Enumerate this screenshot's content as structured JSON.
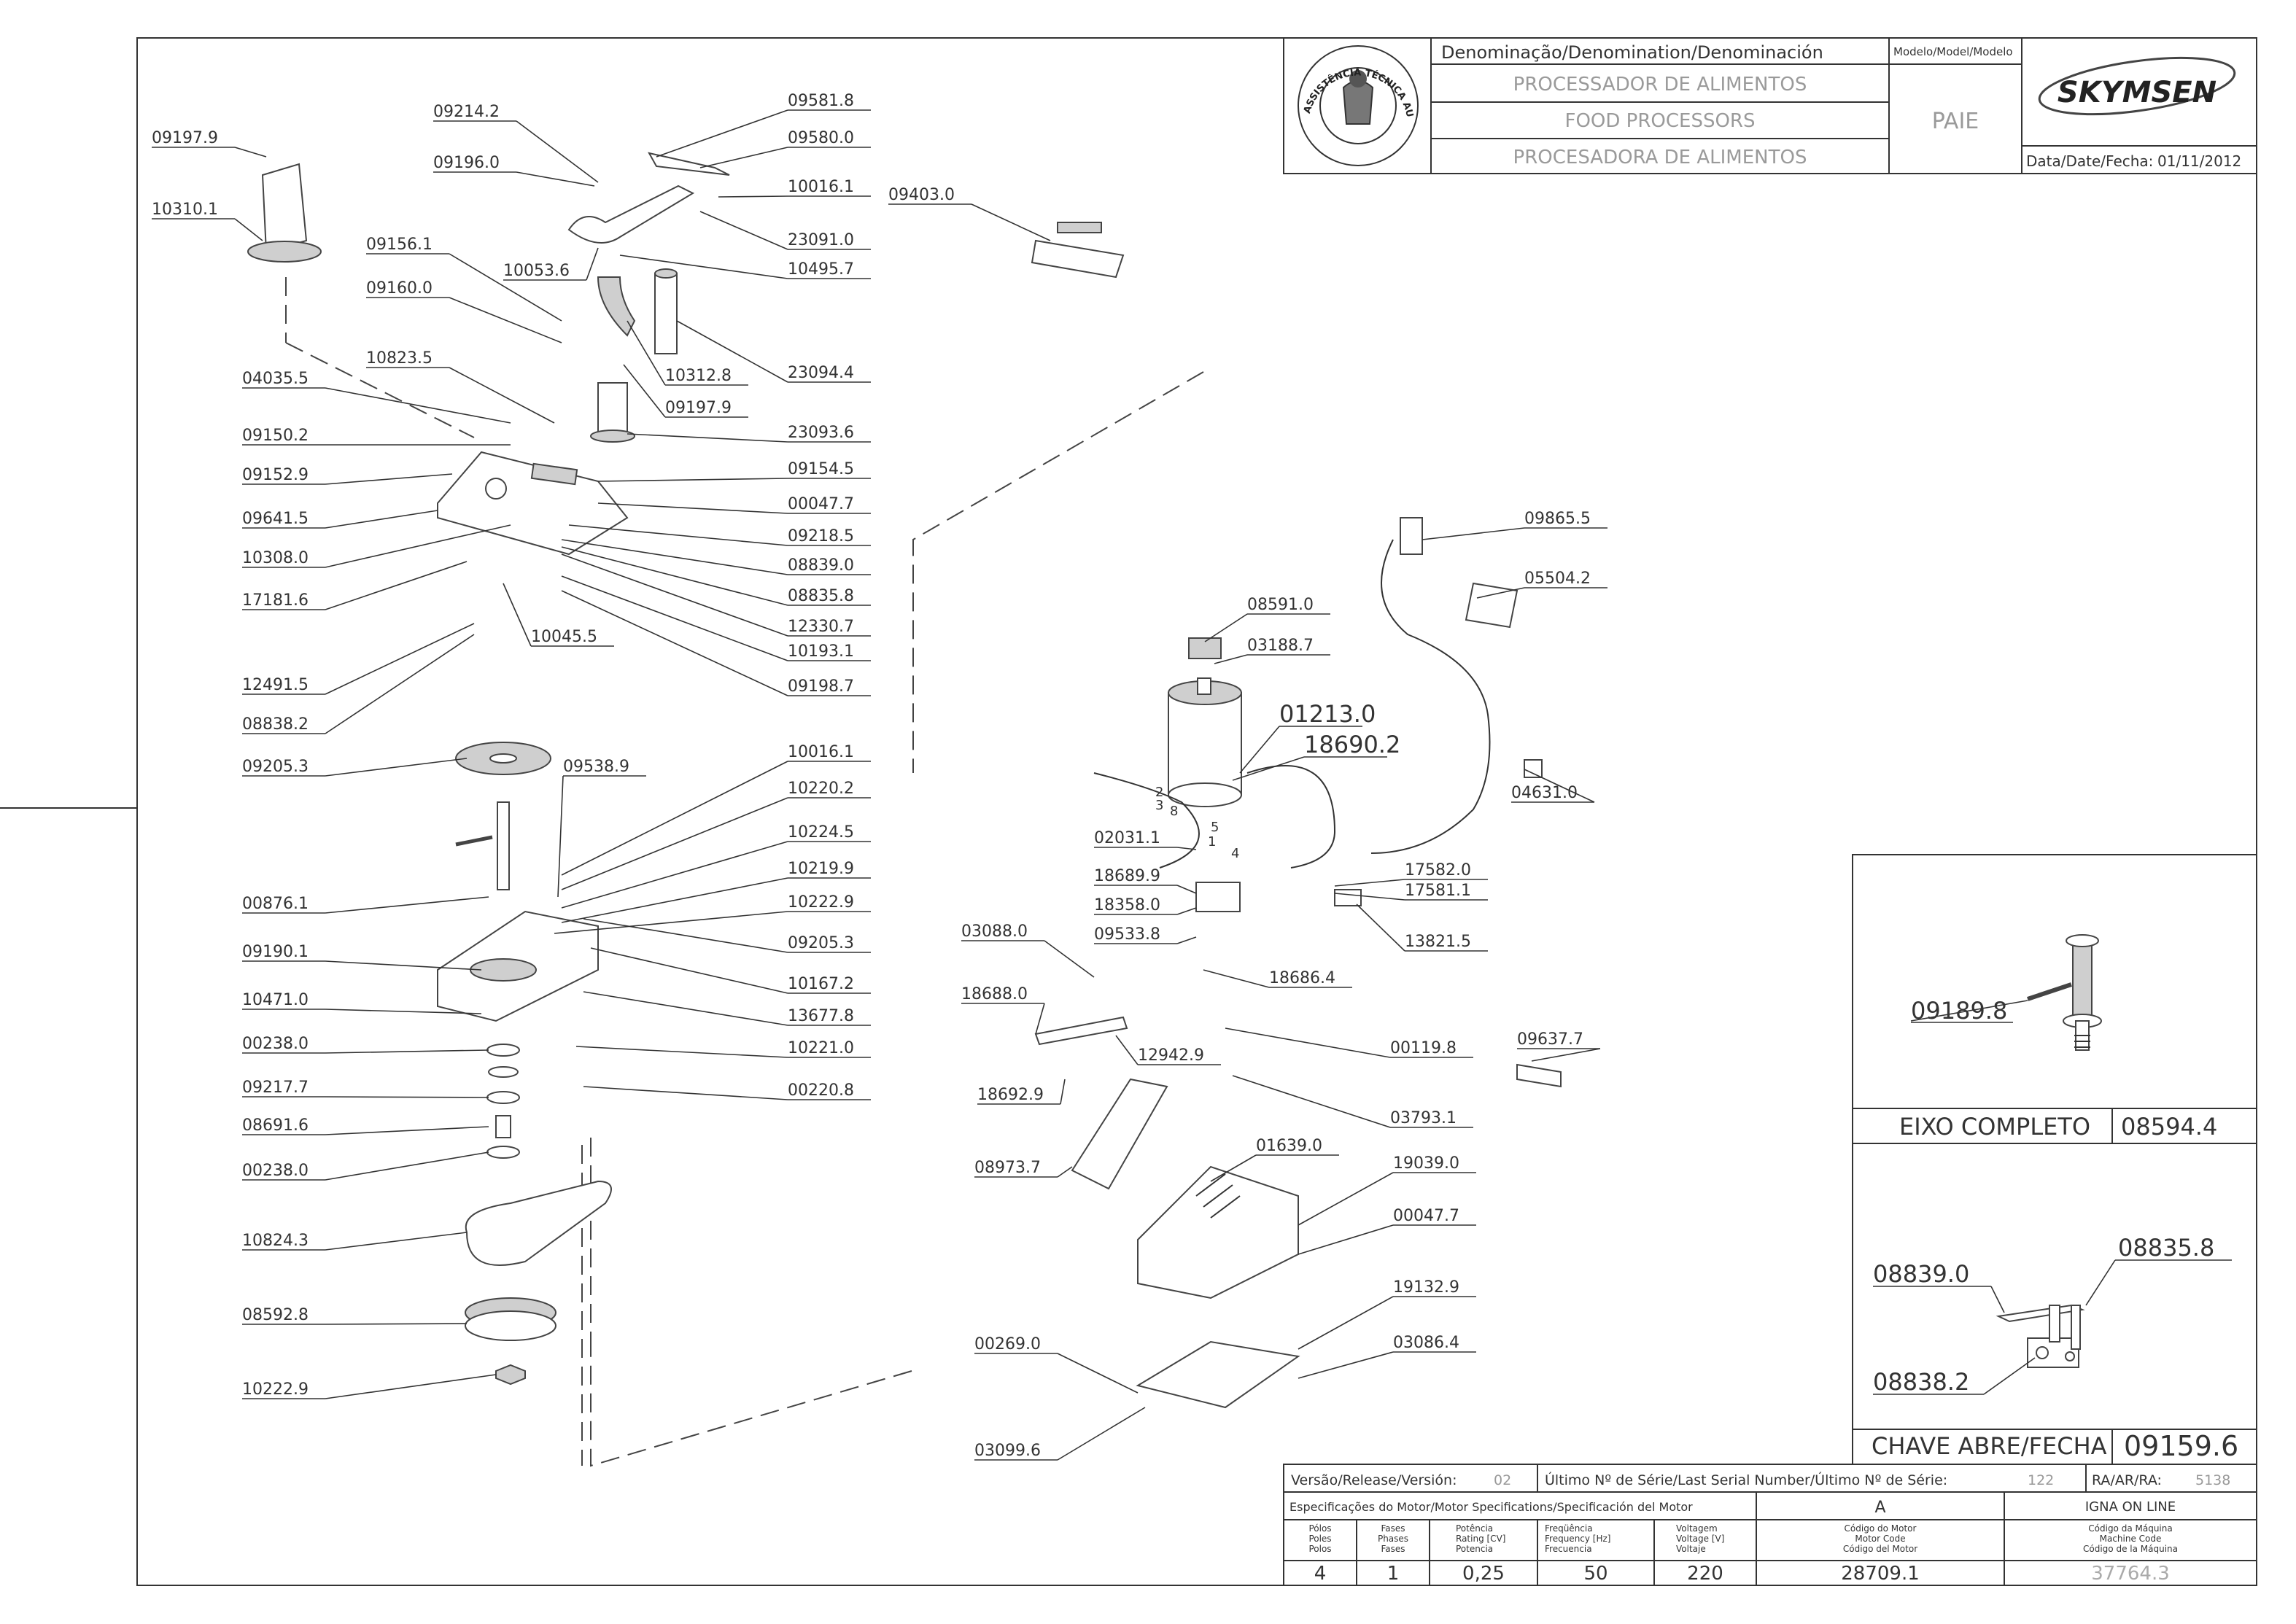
{
  "title_block": {
    "denomination_header": "Denominação/Denomination/Denominación",
    "model_header": "Modelo/Model/Modelo",
    "name_pt": "PROCESSADOR DE ALIMENTOS",
    "name_en": "FOOD PROCESSORS",
    "name_es": "PROCESADORA DE ALIMENTOS",
    "model": "PAIE",
    "brand": "SKYMSEN",
    "date_label": "Data/Date/Fecha:",
    "date": "01/11/2012",
    "seal_text": "ASSISTÊNCIA TÉCNICA AUTORIZADA"
  },
  "labels_left": [
    "09197.9",
    "10310.1",
    "09214.2",
    "09196.0",
    "09581.8",
    "09580.0",
    "10016.1",
    "23091.0",
    "10053.6",
    "10495.7",
    "09156.1",
    "09160.0",
    "10312.8",
    "23094.4",
    "10823.5",
    "04035.5",
    "09197.9",
    "09150.2",
    "23093.6",
    "09152.9",
    "09154.5",
    "09641.5",
    "00047.7",
    "10308.0",
    "09218.5",
    "17181.6",
    "08839.0",
    "10045.5",
    "08835.8",
    "12491.5",
    "12330.7",
    "08838.2",
    "10193.1",
    "09198.7",
    "09205.3",
    "09538.9",
    "10016.1",
    "10220.2",
    "10224.5",
    "10219.9",
    "10222.9",
    "00876.1",
    "09205.3",
    "10167.2",
    "09190.1",
    "13677.8",
    "10471.0",
    "10221.0",
    "00238.0",
    "00220.8",
    "09217.7",
    "08691.6",
    "00238.0",
    "10824.3",
    "08592.8",
    "10222.9",
    "09403.0"
  ],
  "labels_right": [
    "09865.5",
    "05504.2",
    "08591.0",
    "03188.7",
    "01213.0",
    "18690.2",
    "04631.0",
    "02031.1",
    "18689.9",
    "17582.0",
    "17581.1",
    "18358.0",
    "13821.5",
    "09533.8",
    "03088.0",
    "18686.4",
    "18688.0",
    "12942.9",
    "00119.8",
    "09637.7",
    "18692.9",
    "03793.1",
    "08973.7",
    "01639.0",
    "19039.0",
    "00047.7",
    "19132.9",
    "00269.0",
    "03086.4",
    "03099.6"
  ],
  "wire_numbers": [
    "2",
    "3",
    "8",
    "5",
    "1",
    "4"
  ],
  "inset_shaft": {
    "part_label": "09189.8",
    "title": "EIXO COMPLETO",
    "code": "08594.4"
  },
  "inset_switch": {
    "labels": [
      "08839.0",
      "08835.8",
      "08838.2"
    ],
    "title": "CHAVE ABRE/FECHA",
    "code": "09159.6"
  },
  "release_row": {
    "version_label": "Versão/Release/Versión:",
    "version": "02",
    "serial_label": "Último Nº de Série/Last Serial Number/Último Nº de Série:",
    "serial": "122",
    "ra_label": "RA/AR/RA:",
    "ra": "5138"
  },
  "motor_spec": {
    "header": "Especificações do Motor/Motor Specifications/Specificación del Motor",
    "variant": "A",
    "machine": "IGNA ON LINE",
    "col_poles": [
      "Pólos",
      "Poles",
      "Polos"
    ],
    "col_phases": [
      "Fases",
      "Phases",
      "Fases"
    ],
    "col_power": [
      "Potência",
      "Rating [CV]",
      "Potencia"
    ],
    "col_freq": [
      "Freqüência",
      "Frequency [Hz]",
      "Frecuencia"
    ],
    "col_volt": [
      "Voltagem",
      "Voltage [V]",
      "Voltaje"
    ],
    "col_motor_code": [
      "Código do Motor",
      "Motor Code",
      "Código del Motor"
    ],
    "col_machine_code": [
      "Código da Máquina",
      "Machine Code",
      "Código de la Máquina"
    ],
    "poles": "4",
    "phases": "1",
    "power": "0,25",
    "frequency": "50",
    "voltage": "220",
    "motor_code": "28709.1",
    "machine_code": "37764.3"
  }
}
